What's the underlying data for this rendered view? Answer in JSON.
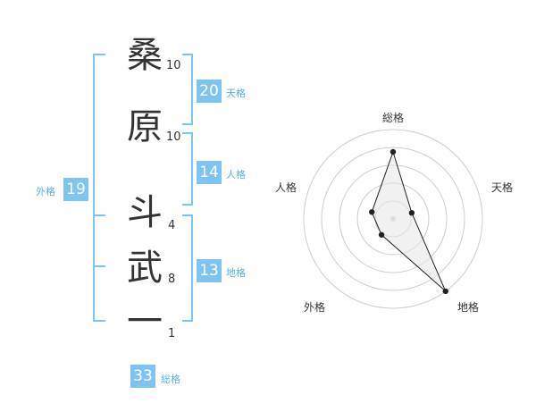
{
  "name": {
    "surname": [
      {
        "char": "桑",
        "strokes": "10"
      },
      {
        "char": "原",
        "strokes": "10"
      }
    ],
    "given": [
      {
        "char": "斗",
        "strokes": "4"
      },
      {
        "char": "武",
        "strokes": "8"
      },
      {
        "char": "一",
        "strokes": "1"
      }
    ]
  },
  "kakusu": {
    "tenkaku": {
      "value": "20",
      "label": "天格"
    },
    "jinkaku": {
      "value": "14",
      "label": "人格"
    },
    "chikaku": {
      "value": "13",
      "label": "地格"
    },
    "gaikaku": {
      "value": "19",
      "label": "外格"
    },
    "soukaku": {
      "value": "33",
      "label": "総格"
    }
  },
  "radar": {
    "axes": [
      "総格",
      "天格",
      "地格",
      "外格",
      "人格"
    ],
    "values": [
      0.75,
      0.22,
      1.0,
      0.22,
      0.25
    ],
    "colors": {
      "ring": "#cccccc",
      "fill": "#e8e8e8",
      "line": "#222222",
      "accent": "#7fc4f0"
    }
  }
}
